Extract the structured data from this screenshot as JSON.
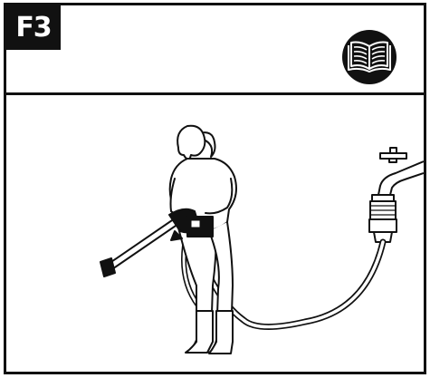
{
  "header": {
    "badge_label": "F3",
    "manual_icon": "open-book-icon",
    "manual_icon_bg": "#111111",
    "manual_icon_fg": "#ffffff"
  },
  "illustration": {
    "subject": "person-holding-pressure-washer",
    "connection": "garden-hose-to-water-tap",
    "line_color": "#111111"
  }
}
